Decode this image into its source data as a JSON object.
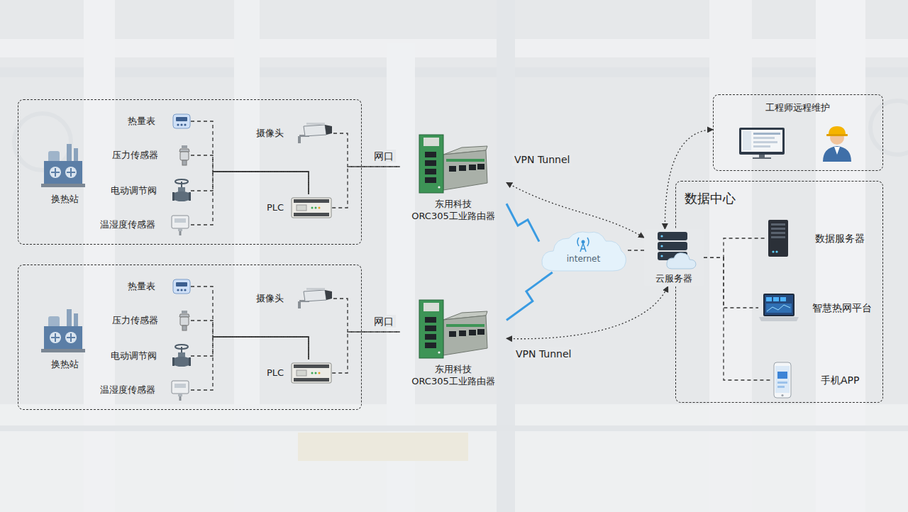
{
  "diagram": {
    "nodes": [
      {
        "text": [
          "换热站"
        ]
      },
      {
        "text": [
          "热量表"
        ],
        "in": 0
      },
      {
        "text": [
          "压力传感器"
        ],
        "in": 0
      },
      {
        "text": [
          "电动调节阀"
        ],
        "in": 0
      },
      {
        "text": [
          "温湿度传感器"
        ],
        "in": 0
      },
      {
        "text": [
          "摄像头"
        ],
        "in": 0
      },
      {
        "text": [
          "PLC"
        ],
        "in": 0
      },
      {
        "text": [
          "东用科技 ORC305工业路由器"
        ]
      },
      {
        "text": [
          "换热站"
        ]
      },
      {
        "text": [
          "热量表"
        ],
        "in": 8
      },
      {
        "text": [
          "压力传感器"
        ],
        "in": 8
      },
      {
        "text": [
          "电动调节阀"
        ],
        "in": 8
      },
      {
        "text": [
          "温湿度传感器"
        ],
        "in": 8
      },
      {
        "text": [
          "摄像头"
        ],
        "in": 8
      },
      {
        "text": [
          "PLC"
        ],
        "in": 8
      },
      {
        "text": [
          "东用科技 ORC305工业路由器"
        ]
      },
      {
        "text": [
          "工程师远程维护"
        ]
      },
      {
        "text": [
          "internet"
        ]
      },
      {
        "text": [
          "云服务器"
        ]
      },
      {
        "text": [
          "数据中心"
        ]
      },
      {
        "text": [
          "数据服务器"
        ],
        "in": 19
      },
      {
        "text": [
          "智慧热网平台"
        ],
        "in": 19
      },
      {
        "text": [
          "手机APP"
        ],
        "in": 19
      }
    ],
    "edges": [
      {
        "from": 1,
        "to": 6,
        "arrow": "none"
      },
      {
        "from": 2,
        "to": 6,
        "arrow": "none"
      },
      {
        "from": 3,
        "to": 6,
        "arrow": "none"
      },
      {
        "from": 4,
        "to": 6,
        "arrow": "none"
      },
      {
        "from": 5,
        "to": 7,
        "arrow": "none"
      },
      {
        "from": 6,
        "to": 7,
        "arrow": "none",
        "label": "网口"
      },
      {
        "from": 9,
        "to": 14,
        "arrow": "none"
      },
      {
        "from": 10,
        "to": 14,
        "arrow": "none"
      },
      {
        "from": 11,
        "to": 14,
        "arrow": "none"
      },
      {
        "from": 12,
        "to": 14,
        "arrow": "none"
      },
      {
        "from": 13,
        "to": 15,
        "arrow": "none"
      },
      {
        "from": 14,
        "to": 15,
        "arrow": "none",
        "label": "网口"
      },
      {
        "from": 7,
        "to": 17,
        "arrow": "none"
      },
      {
        "from": 15,
        "to": 17,
        "arrow": "none"
      },
      {
        "from": 17,
        "to": 18,
        "arrow": "none"
      },
      {
        "from": 7,
        "to": 18,
        "arrow": "both",
        "label": "VPN Tunnel"
      },
      {
        "from": 15,
        "to": 18,
        "arrow": "both",
        "label": "VPN Tunnel"
      },
      {
        "from": 18,
        "to": 16,
        "arrow": "both"
      },
      {
        "from": 18,
        "to": 20,
        "arrow": "none"
      },
      {
        "from": 18,
        "to": 21,
        "arrow": "none"
      },
      {
        "from": 18,
        "to": 22,
        "arrow": "none"
      }
    ]
  }
}
